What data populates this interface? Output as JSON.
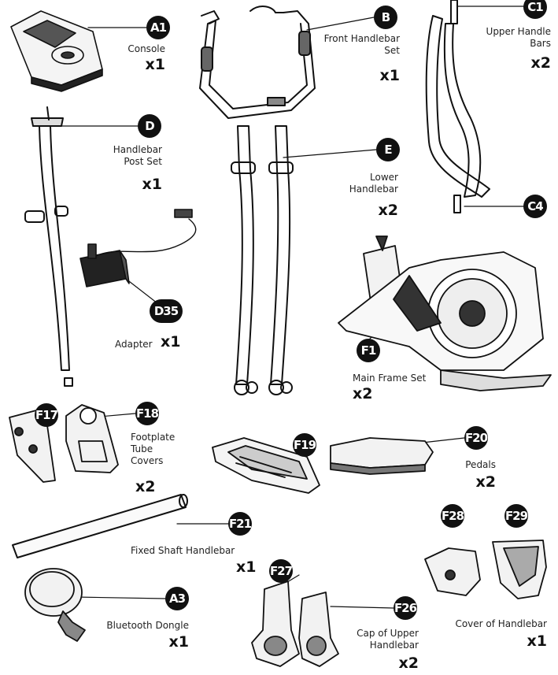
{
  "parts": [
    {
      "id": "A1",
      "name": "Console",
      "qty": "x1"
    },
    {
      "id": "B",
      "name": "Front Handlebar Set",
      "qty": "x1"
    },
    {
      "id": "C1",
      "name": "Upper Handle Bars",
      "qty": "x2"
    },
    {
      "id": "C4",
      "name": "",
      "qty": ""
    },
    {
      "id": "D",
      "name": "Handlebar Post Set",
      "qty": "x1"
    },
    {
      "id": "E",
      "name": "Lower Handlebar",
      "qty": "x2"
    },
    {
      "id": "D35",
      "name": "Adapter",
      "qty": "x1"
    },
    {
      "id": "F1",
      "name": "Main Frame Set",
      "qty": "x2"
    },
    {
      "id": "F17",
      "name": "",
      "qty": ""
    },
    {
      "id": "F18",
      "name": "Footplate Tube Covers",
      "qty": "x2"
    },
    {
      "id": "F19",
      "name": "",
      "qty": ""
    },
    {
      "id": "F20",
      "name": "Pedals",
      "qty": "x2"
    },
    {
      "id": "F21",
      "name": "Fixed Shaft Handlebar",
      "qty": "x1"
    },
    {
      "id": "F28",
      "name": "",
      "qty": ""
    },
    {
      "id": "F29",
      "name": "Cover of Handlebar",
      "qty": "x1"
    },
    {
      "id": "A3",
      "name": "Bluetooth Dongle",
      "qty": "x1"
    },
    {
      "id": "F27",
      "name": "",
      "qty": ""
    },
    {
      "id": "F26",
      "name": "Cap of Upper Handlebar",
      "qty": "x2"
    }
  ]
}
